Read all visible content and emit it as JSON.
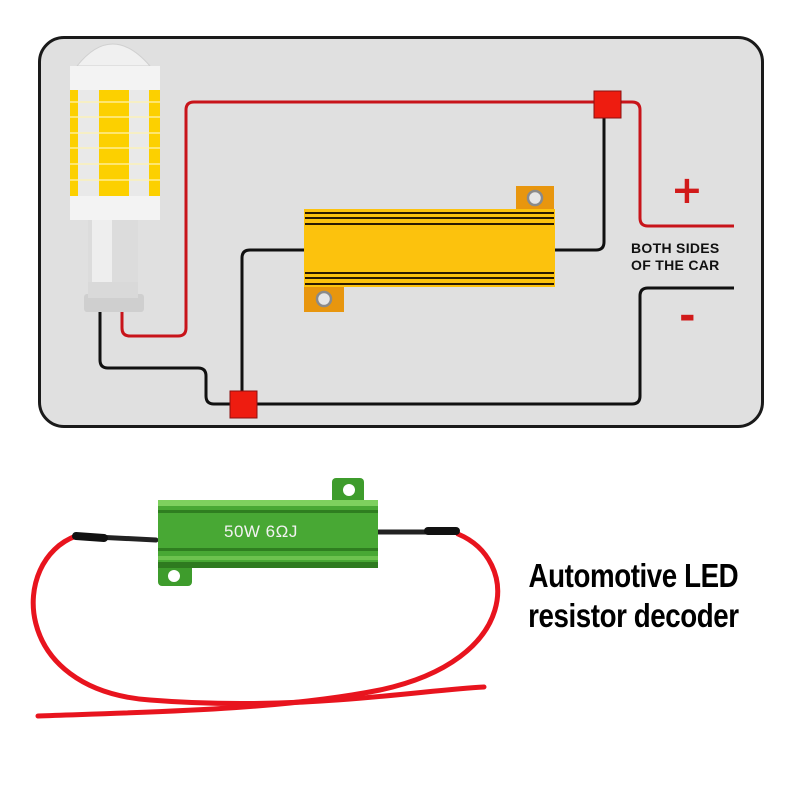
{
  "diagram": {
    "supply_label_line1": "BOTH SIDES",
    "supply_label_line2": "OF THE CAR",
    "positive_symbol": "+",
    "negative_symbol": "-"
  },
  "product": {
    "resistor_marking": "50W 6ΩJ",
    "title_line1": "Automotive LED",
    "title_line2": "resistor decoder"
  },
  "colors": {
    "panel_background": "#e0e0e0",
    "wire_positive": "#c8141a",
    "wire_negative": "#111111",
    "junction": "#ee1c10",
    "resistor_body": "#fcc20d",
    "resistor_tab": "#e8960e",
    "led_yellow": "#fcd000",
    "product_resistor_green": "#3fa02e",
    "product_wire_red": "#e8141e"
  }
}
